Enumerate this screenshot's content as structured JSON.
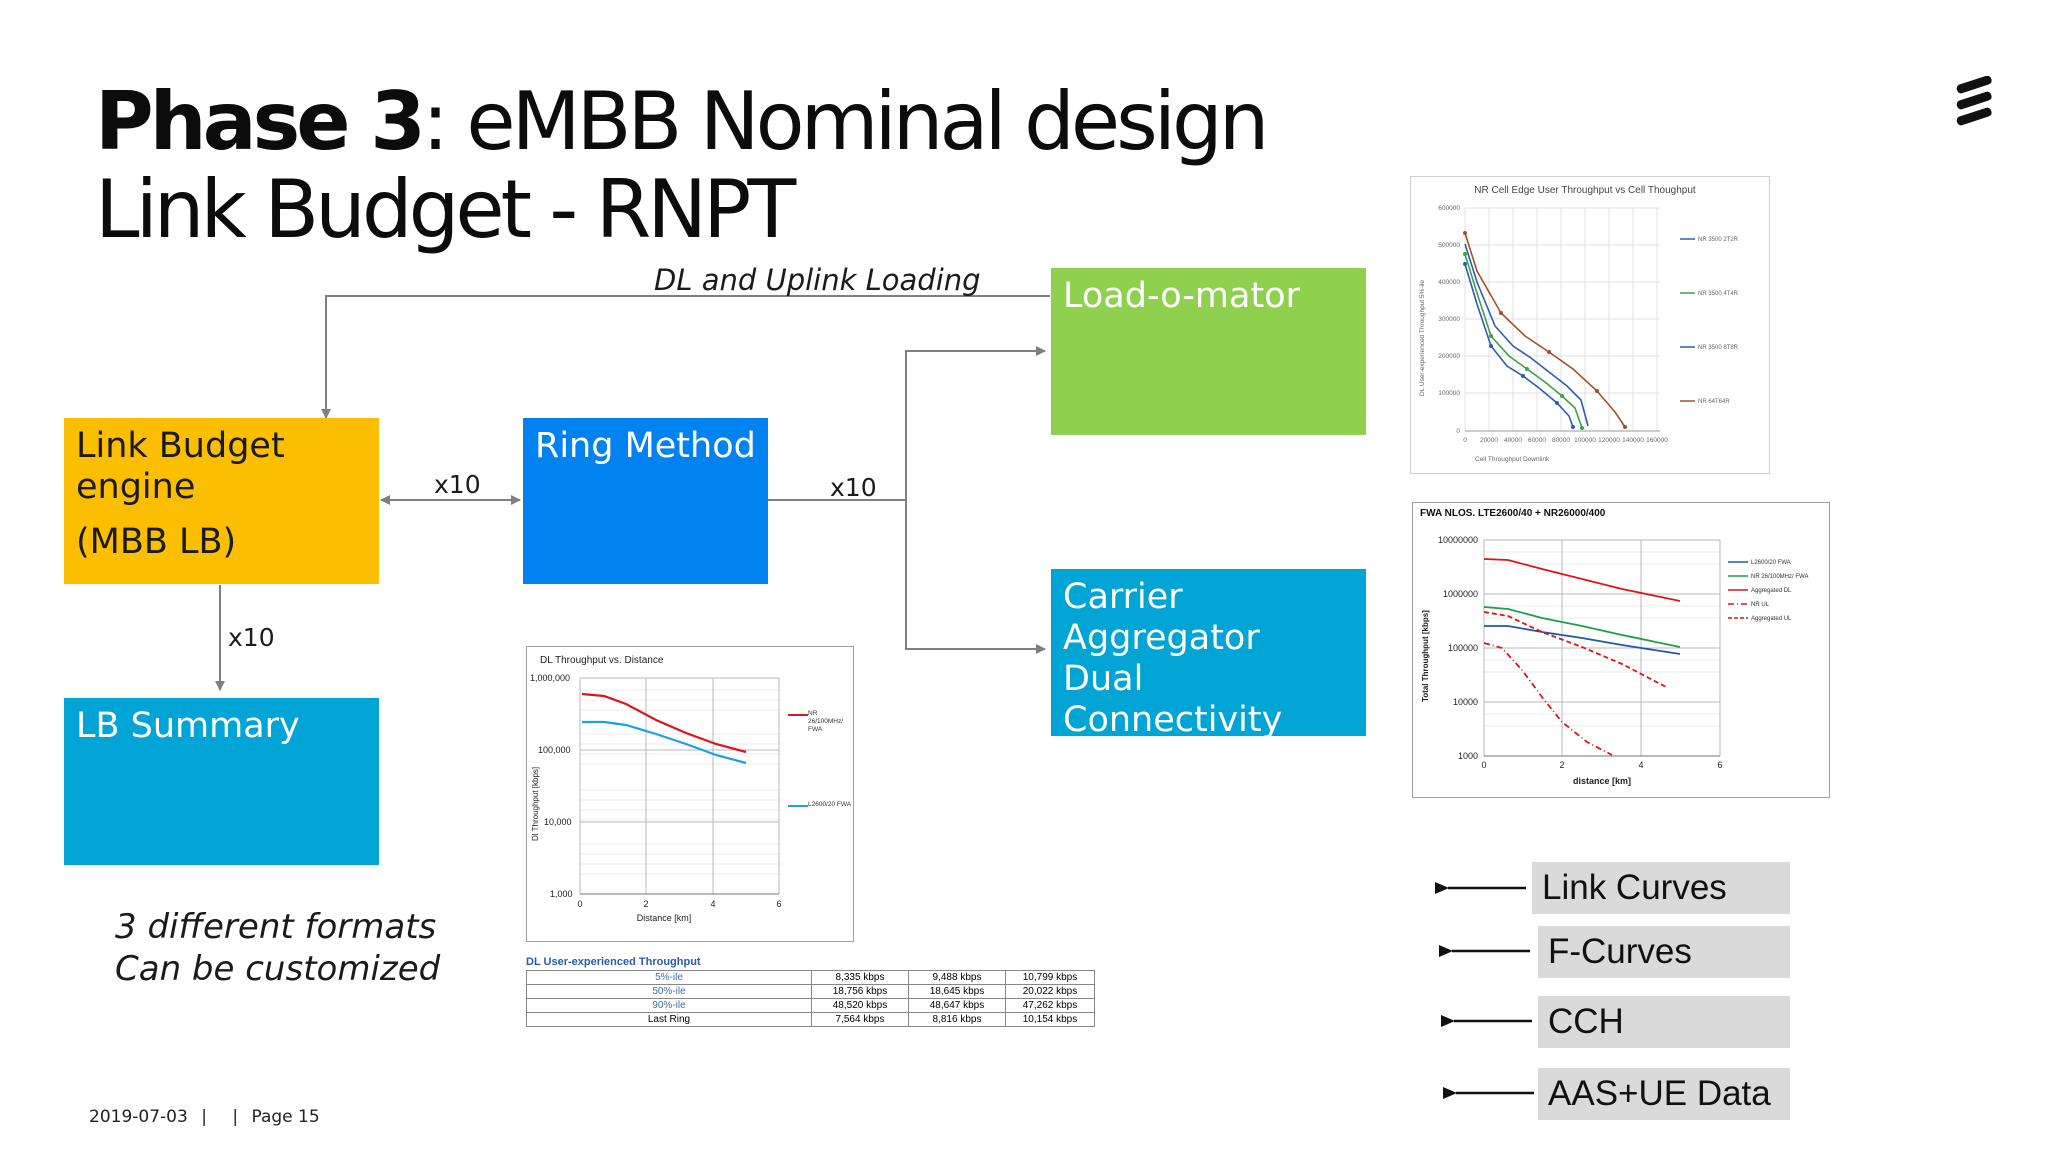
{
  "title": {
    "bold": "Phase 3",
    "rest": ": eMBB Nominal design",
    "line2": "Link Budget - RNPT"
  },
  "flow_label": "DL and Uplink Loading",
  "boxes": {
    "lb_engine": {
      "line1": "Link Budget",
      "line2": "engine",
      "line3": "(MBB LB)",
      "color": "#fbbe00"
    },
    "ring": {
      "label": "Ring Method",
      "color": "#0082f0"
    },
    "load": {
      "label": "Load-o-mator",
      "color": "#8fd14f"
    },
    "carrier": {
      "line1": "Carrier",
      "line2": "Aggregator",
      "line3": "Dual Connectivity",
      "color": "#00a5d6"
    },
    "summary": {
      "label": "LB Summary",
      "color": "#00a5d6"
    }
  },
  "multipliers": {
    "engine_ring": "x10",
    "ring_out": "x10",
    "engine_summary": "x10"
  },
  "note": {
    "line1": "3 different formats",
    "line2": "Can be customized"
  },
  "inputs": [
    "Link Curves",
    "F-Curves",
    "CCH",
    "AAS+UE Data"
  ],
  "footer": {
    "date": "2019-07-03",
    "sep1": "|",
    "sep2": "|",
    "page": "Page 15"
  },
  "chart1": {
    "title": "NR Cell Edge User Throughput vs Cell Thoughput",
    "ylabel": "DL User-experienced Throughput 5%-ile",
    "xlabel": "Cell Throughput Downlink",
    "yticks": [
      "600000",
      "500000",
      "400000",
      "300000",
      "200000",
      "100000",
      "0"
    ],
    "xticks": [
      "0",
      "20000",
      "40000",
      "60000",
      "80000",
      "100000",
      "120000",
      "140000",
      "160000"
    ],
    "legend": [
      "NR 3500 2T2R",
      "NR 3500 4T4R",
      "NR 3500 8T8R",
      "NR 64T64R"
    ],
    "colors": [
      "#2e5ea8",
      "#3da14a",
      "#2e5ea8",
      "#a0522d"
    ]
  },
  "chart2": {
    "title": "FWA NLOS.   LTE2600/40 + NR26000/400",
    "ylabel": "Total Throughput [kbps]",
    "xlabel": "distance [km]",
    "yticks": [
      "10000000",
      "1000000",
      "100000",
      "10000",
      "1000"
    ],
    "xticks": [
      "0",
      "2",
      "4",
      "6"
    ],
    "legend": [
      "L2600/20  FWA",
      "NR 26/100MHz/ FWA",
      "Aggregated DL",
      "NR UL",
      "Aggregated UL"
    ],
    "colors": [
      "#1f5aa6",
      "#1e9e4a",
      "#d9161c",
      "#d9161c",
      "#d9161c"
    ]
  },
  "chart3": {
    "title": "DL Throughput vs. Distance",
    "ylabel": "Dl Throughput [kbps]",
    "xlabel": "Distance [km]",
    "yticks": [
      "1,000,000",
      "100,000",
      "10,000",
      "1,000"
    ],
    "xticks": [
      "0",
      "2",
      "4",
      "6"
    ],
    "legend": [
      "NR 26/100MHz/ FWA",
      "L2600/20 FWA"
    ],
    "colors": [
      "#d9161c",
      "#1aa3e0"
    ]
  },
  "table": {
    "title": "DL User-experienced Throughput",
    "rows": [
      [
        "5%-ile",
        "8,335 kbps",
        "9,488 kbps",
        "10,799 kbps"
      ],
      [
        "50%-ile",
        "18,756 kbps",
        "18,645 kbps",
        "20,022 kbps"
      ],
      [
        "90%-ile",
        "48,520 kbps",
        "48,647 kbps",
        "47,262 kbps"
      ],
      [
        "Last Ring",
        "7,564 kbps",
        "8,816 kbps",
        "10,154 kbps"
      ]
    ]
  }
}
